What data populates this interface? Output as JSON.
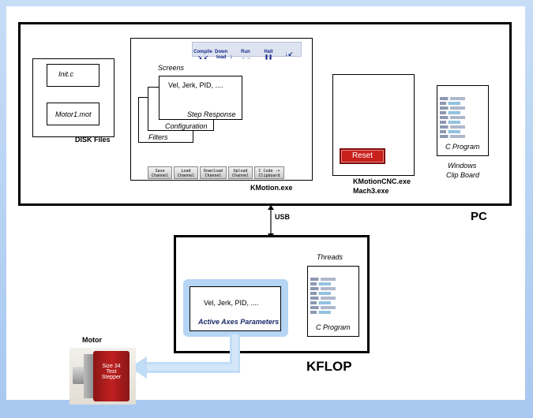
{
  "pc": {
    "label": "PC",
    "disk": {
      "label": "DISK Files",
      "files": [
        "Init.c",
        "Motor1.mot"
      ]
    },
    "kmotion": {
      "label": "KMotion.exe",
      "toolbar": [
        {
          "label": "Compile",
          "glyph": "↘ ↙"
        },
        {
          "label": "Down load",
          "glyph": "↓"
        },
        {
          "label": "Run",
          "glyph": "→→"
        },
        {
          "label": "Halt",
          "glyph": "❚❚"
        },
        {
          "label": "",
          "glyph": "↓↙"
        }
      ],
      "screens_label": "Screens",
      "screen_front_text": "Vel, Jerk, PID, ....",
      "step_response": "Step Response",
      "configuration": "Configuration",
      "filters": "Filters",
      "buttons": [
        "Save Channel",
        "Load Channel",
        "Download Channel",
        "Upload Channel",
        "C Code -> Clipboard"
      ]
    },
    "cnc": {
      "reset": "Reset",
      "label1": "KMotionCNC.exe",
      "label2": "Mach3.exe"
    },
    "clipboard": {
      "doc_label": "C Program",
      "label1": "Windows",
      "label2": "Clip Board"
    }
  },
  "usb": "USB",
  "kflop": {
    "label": "KFLOP",
    "threads_label": "Threads",
    "doc_label": "C Program",
    "params_text": "Vel, Jerk, PID, ....",
    "params_label": "Active Axes Parameters"
  },
  "motor": {
    "label": "Motor",
    "plate": [
      "Size 34",
      "Test",
      "Stepper"
    ]
  }
}
